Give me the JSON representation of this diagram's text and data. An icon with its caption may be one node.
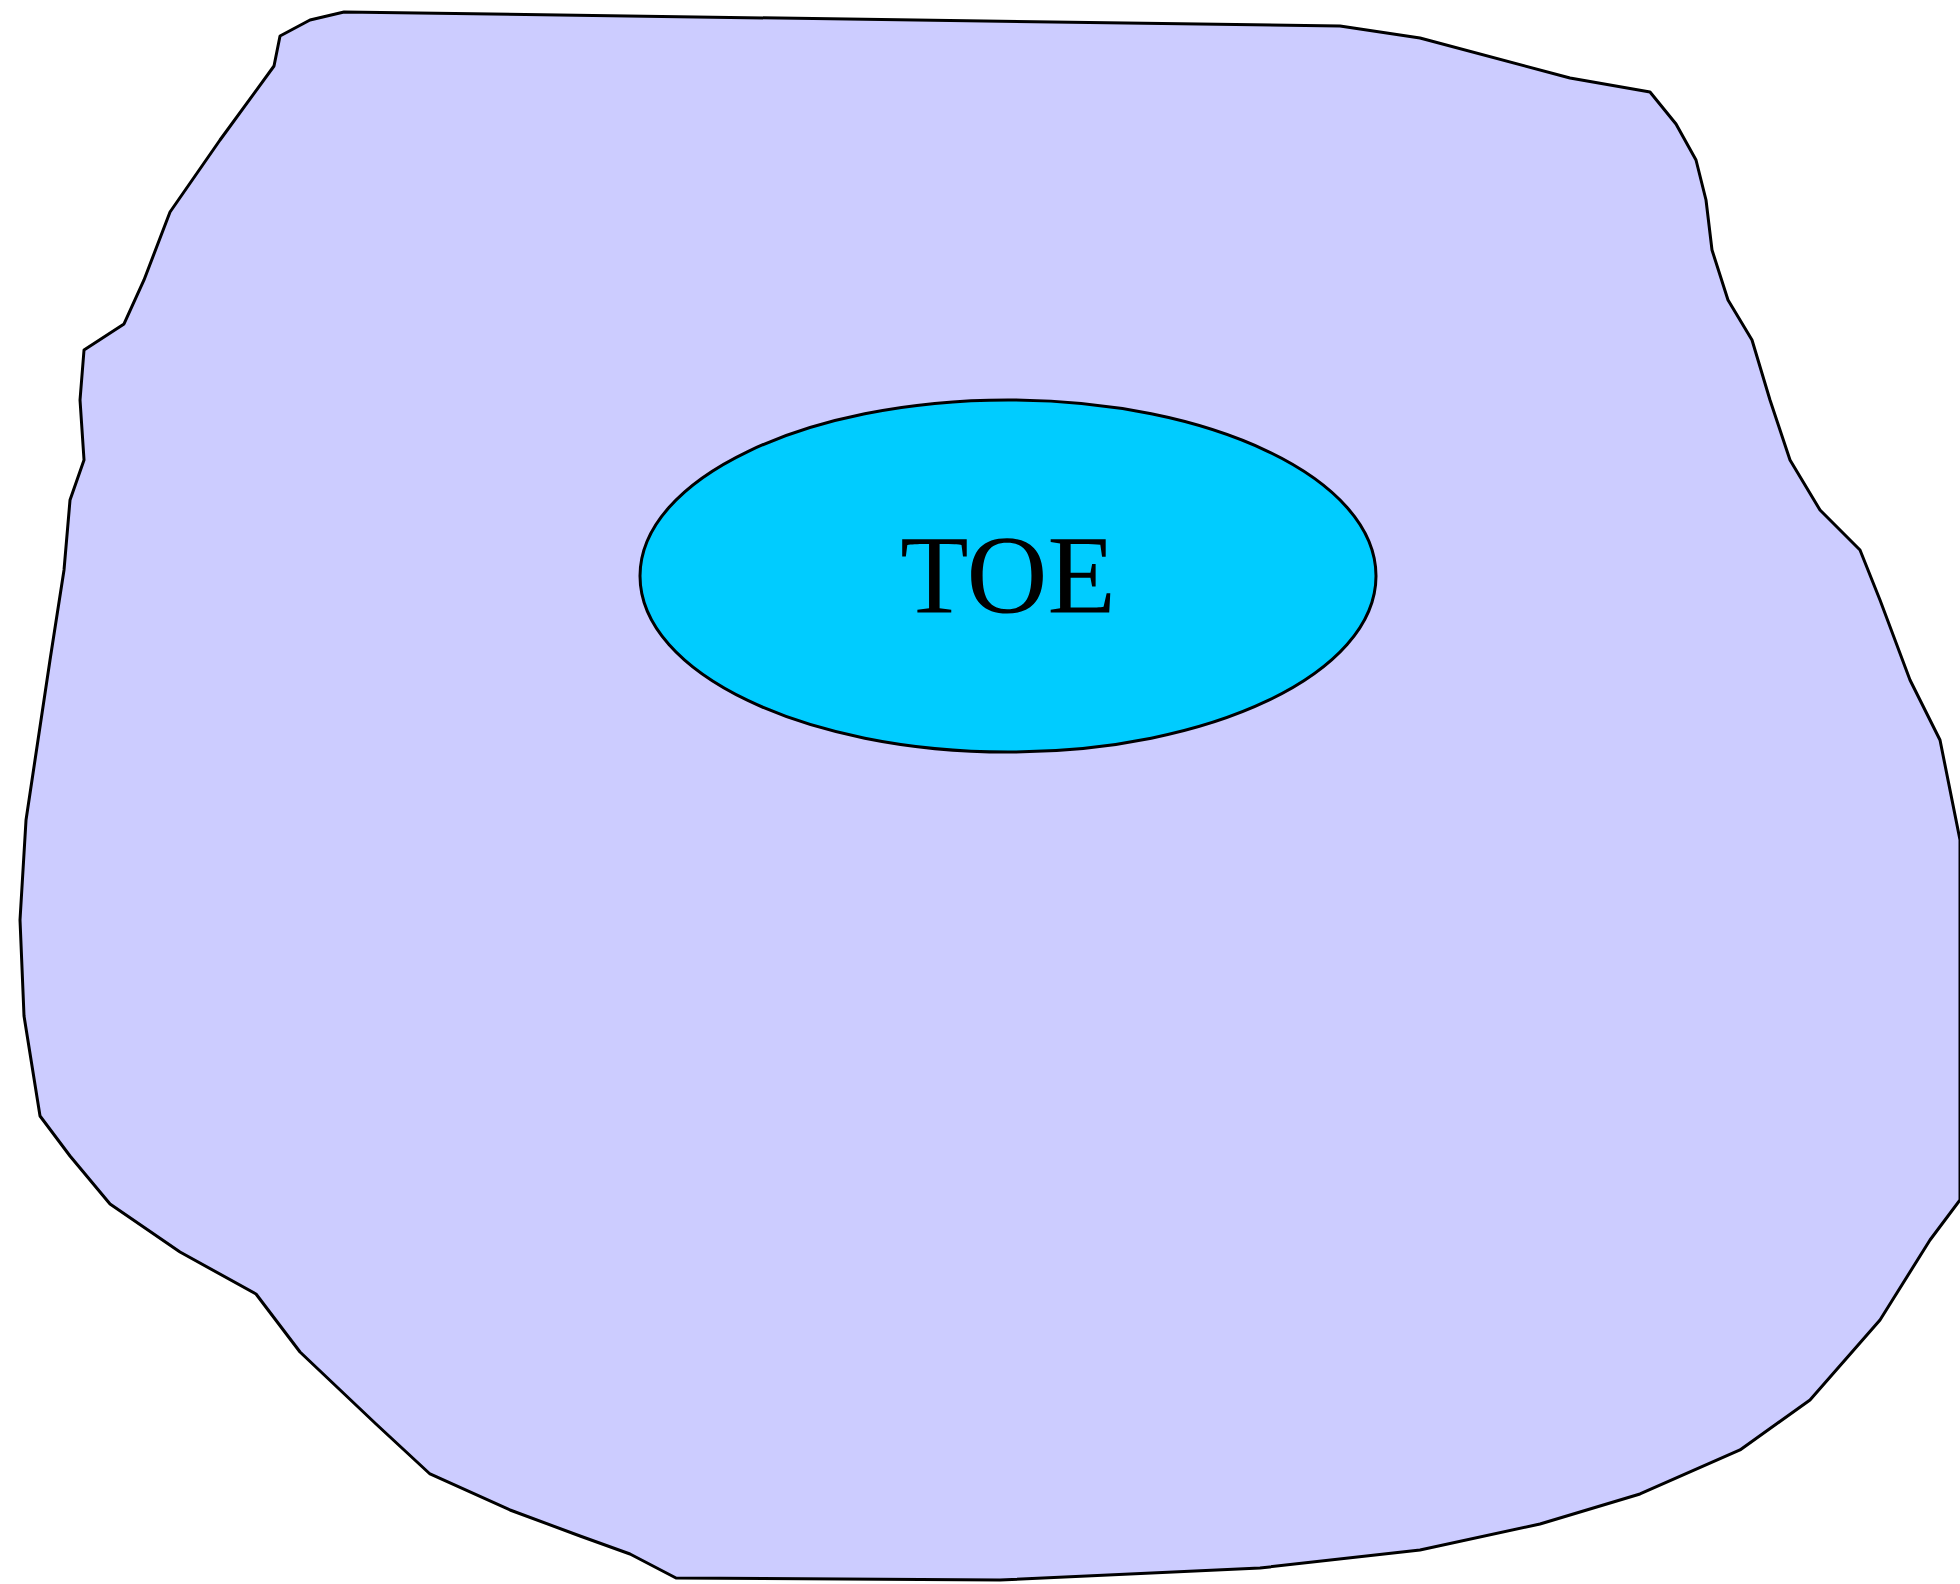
{
  "diagram": {
    "nodes": [
      {
        "text": [],
        "shape": "blob"
      },
      {
        "text": [
          "TOE"
        ],
        "in": 0
      }
    ]
  }
}
